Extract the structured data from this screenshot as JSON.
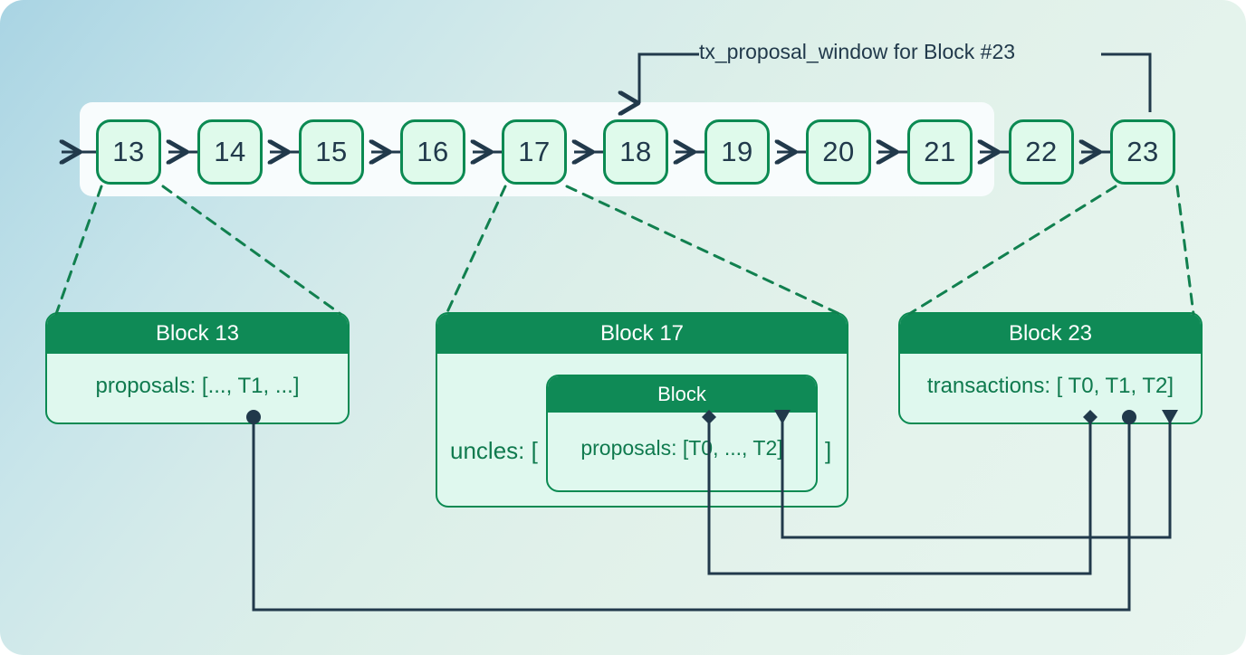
{
  "diagram": {
    "title_label": "tx_proposal_window for Block #23",
    "colors": {
      "chain_block_border": "#0b8a52",
      "chain_block_fill": "#dffaeb",
      "chain_block_text": "#21394b",
      "card_header_bg": "#0f8a56",
      "card_header_text": "#ffffff",
      "card_body_bg": "#dff8ee",
      "card_body_text": "#0f7a4e",
      "connector_line": "#21394b",
      "dashed_line": "#11804f",
      "window_panel": "#f8fcfd",
      "background_from": "#a9d4e3",
      "background_to": "#e8f5ef"
    },
    "chain": {
      "blocks": [
        {
          "label": "13"
        },
        {
          "label": "14"
        },
        {
          "label": "15"
        },
        {
          "label": "16"
        },
        {
          "label": "17"
        },
        {
          "label": "18"
        },
        {
          "label": "19"
        },
        {
          "label": "20"
        },
        {
          "label": "21"
        },
        {
          "label": "22"
        },
        {
          "label": "23"
        }
      ],
      "window_covers": [
        "18",
        "19",
        "20",
        "21",
        "22",
        "23"
      ]
    },
    "cards": {
      "block13": {
        "header": "Block 13",
        "body": "proposals: [..., T1, ...]"
      },
      "block17": {
        "header": "Block 17",
        "uncles_open": "uncles: [",
        "uncles_close": "]",
        "nested": {
          "header": "Block",
          "body": "proposals: [T0, ..., T2]"
        }
      },
      "block23": {
        "header": "Block 23",
        "body": "transactions: [ T0, T1, T2]"
      }
    },
    "connectors": [
      {
        "from": "block13-T1",
        "to": "block23-T1",
        "marker_from": "circle",
        "marker_to": "circle"
      },
      {
        "from": "block17-T0",
        "to": "block23-T0",
        "marker_from": "diamond",
        "marker_to": "diamond"
      },
      {
        "from": "block17-T2",
        "to": "block23-T2",
        "marker_from": "triangle",
        "marker_to": "triangle"
      }
    ]
  }
}
